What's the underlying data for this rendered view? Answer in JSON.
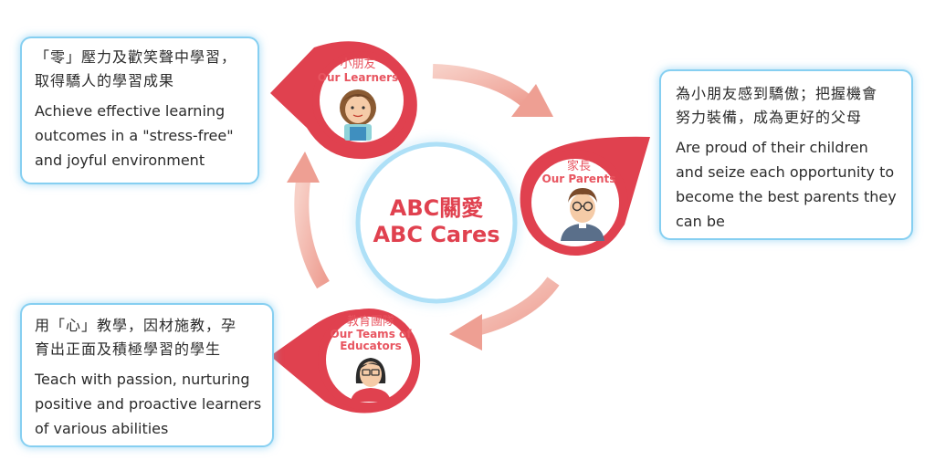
{
  "center": {
    "line1": "ABC關愛",
    "line2": "ABC Cares"
  },
  "roles": {
    "learners": {
      "zh": "小朋友",
      "en": "Our Learners"
    },
    "parents": {
      "zh": "家長",
      "en": "Our Parents"
    },
    "educators": {
      "zh": "教育團隊",
      "en_line1": "Our Teams of",
      "en_line2": "Educators"
    }
  },
  "cards": {
    "learners": {
      "zh_line1": "「零」壓力及歡笑聲中學習，",
      "zh_line2": "取得驕人的學習成果",
      "en_line1": "Achieve effective learning",
      "en_line2": "outcomes in a \"stress-free\"",
      "en_line3": "and joyful environment"
    },
    "parents": {
      "zh_line1": "為小朋友感到驕傲；把握機會",
      "zh_line2": "努力裝備，成為更好的父母",
      "en_line1": "Are proud of their children",
      "en_line2": "and seize each opportunity to",
      "en_line3": "become the best parents they",
      "en_line4": "can be"
    },
    "educators": {
      "zh_line1": "用「心」教學，因材施教，孕",
      "zh_line2": "育出正面及積極學習的學生",
      "en_line1": "Teach with passion, nurturing",
      "en_line2": "positive and proactive learners",
      "en_line3": "of various abilities"
    }
  },
  "colors": {
    "red": "#e0414f",
    "red_label": "#e85560",
    "arrow": "#f2b3a9",
    "glow": "#9fd8f5",
    "text": "#2b2b2b"
  }
}
